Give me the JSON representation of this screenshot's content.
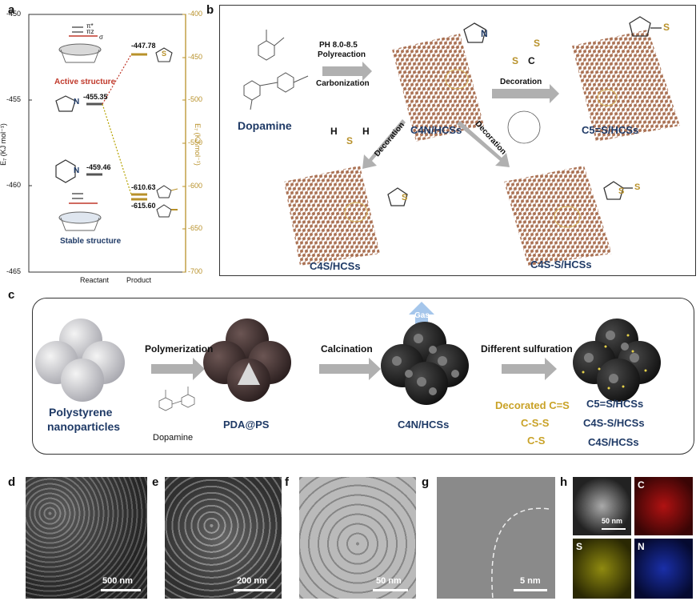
{
  "panels": {
    "a": "a",
    "b": "b",
    "c": "c",
    "d": "d",
    "e": "e",
    "f": "f",
    "g": "g",
    "h": "h"
  },
  "panel_a": {
    "left_axis_label": "E₇ (KJ mol⁻¹)",
    "right_axis_label": "E₇ (KJ mol⁻¹)",
    "left_ticks": [
      "-450",
      "-455",
      "-460",
      "-465"
    ],
    "right_ticks": [
      "-400",
      "-450",
      "-500",
      "-550",
      "-600",
      "-650",
      "-700"
    ],
    "x_ticks": [
      "Reactant",
      "Product"
    ],
    "values": {
      "v1": "-447.78",
      "v2": "-455.35",
      "v3": "-459.46",
      "v4": "-610.63",
      "v5": "-615.60"
    },
    "active": "Active structure",
    "stable": "Stable structure",
    "orbitals": {
      "pi_star": "π*",
      "pi_z": "πz",
      "sigma": "σ"
    },
    "atom_n": "N",
    "atom_s": "S",
    "colors": {
      "red": "#c0392b",
      "yellow": "#b5a200",
      "navy": "#1f3a66",
      "gold": "#b8912a"
    }
  },
  "panel_b": {
    "dopamine": "Dopamine",
    "step1": [
      "PH 8.0-8.5",
      "Polyreaction"
    ],
    "step2": "Carbonization",
    "c4n": "C4N/HCSs",
    "decoration": "Decoration",
    "c5s": "C5=S/HCSs",
    "c4s": "C4S/HCSs",
    "c4ss": "C4S-S/HCSs",
    "atoms": {
      "s": "S",
      "c": "C",
      "h": "H",
      "n": "N"
    }
  },
  "panel_c": {
    "ps": [
      "Polystyrene",
      "nanoparticles"
    ],
    "polymerization": "Polymerization",
    "dopamine": "Dopamine",
    "pda": "PDA@PS",
    "calcination": "Calcination",
    "gas": "Gas",
    "c4n": "C4N/HCSs",
    "sulfuration": "Different sulfuration",
    "types": [
      "Decorated C=S",
      "C-S-S",
      "C-S"
    ],
    "products": [
      "C5=S/HCSs",
      "C4S-S/HCSs",
      "C4S/HCSs"
    ]
  },
  "micrographs": {
    "d": "500 nm",
    "e": "200 nm",
    "f": "50 nm",
    "g": "5 nm",
    "h": "50 nm",
    "h_labels": [
      "C",
      "S",
      "N"
    ]
  }
}
